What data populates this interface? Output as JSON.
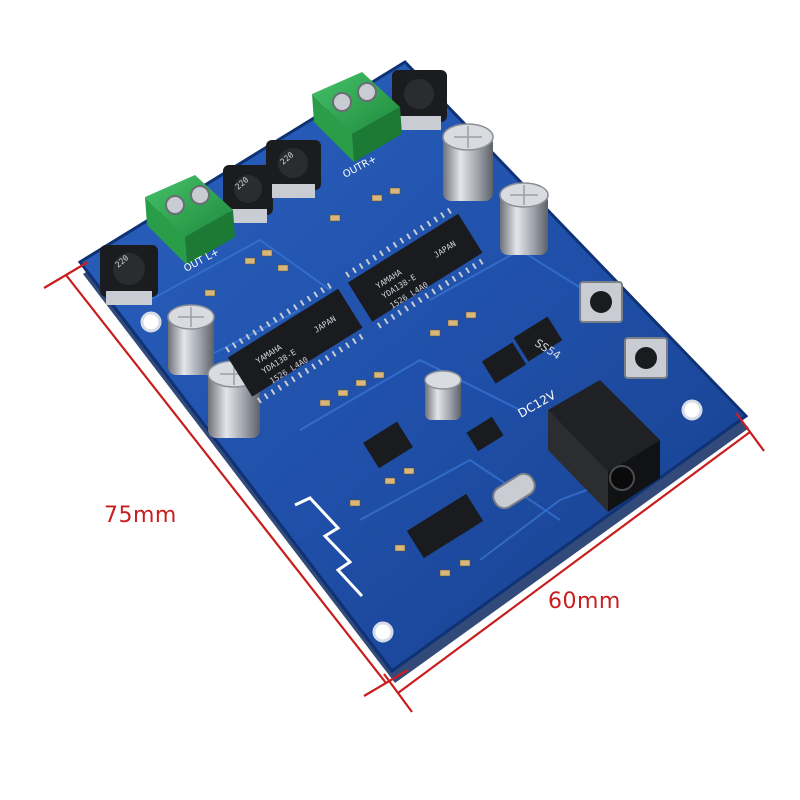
{
  "dimensions": {
    "height_label": "75mm",
    "width_label": "60mm"
  },
  "board": {
    "silkscreen": {
      "out_left": "OUT L+",
      "out_right": "OUTR+",
      "dc_input": "DC12V",
      "chip_brand": "YAMAHA",
      "chip_model": "YDA138-E",
      "chip_origin": "JAPAN",
      "chip_code": "1526 L4A0",
      "inductor_mark": "220",
      "diode_mark": "SS54"
    }
  },
  "colors": {
    "board_blue": "#1e4fa6",
    "terminal_green": "#2fa84f",
    "dimension_red": "#c81e1e"
  }
}
